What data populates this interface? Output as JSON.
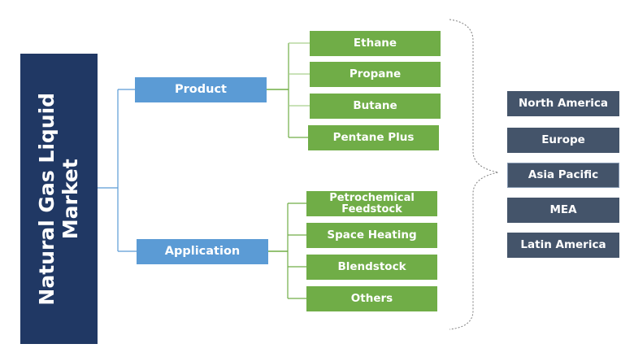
{
  "root": {
    "label": "Natural Gas Liquid Market",
    "line1": "Natural Gas Liquid",
    "line2": "Market"
  },
  "segments": [
    {
      "label": "Product",
      "children": [
        "Ethane",
        "Propane",
        "Butane",
        "Pentane Plus"
      ]
    },
    {
      "label": "Application",
      "children": [
        "Petrochemical Feedstock",
        "Space Heating",
        "Blendstock",
        "Others"
      ]
    }
  ],
  "regions": [
    "North America",
    "Europe",
    "Asia Pacific",
    "MEA",
    "Latin America"
  ],
  "colors": {
    "root": "#203864",
    "segment": "#5b9bd5",
    "leaf": "#70ad47",
    "region": "#44546a"
  }
}
